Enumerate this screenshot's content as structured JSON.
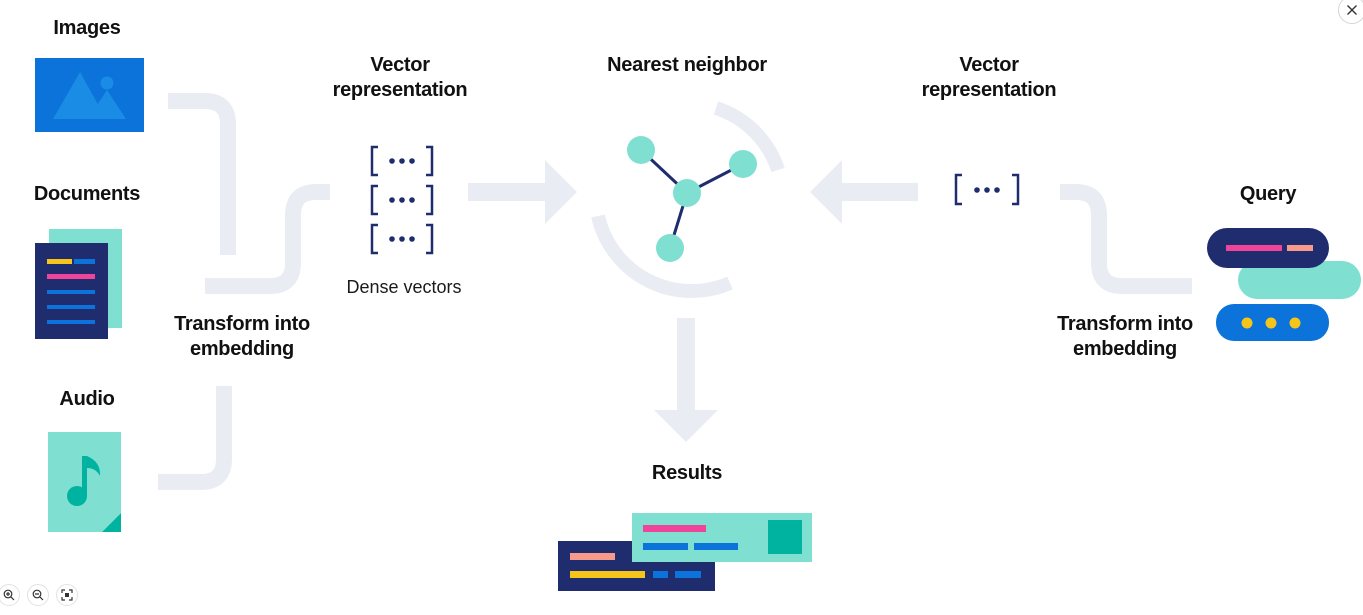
{
  "labels": {
    "images": "Images",
    "documents": "Documents",
    "audio": "Audio",
    "transform_left": [
      "Transform into",
      "embedding"
    ],
    "vector_left": [
      "Vector",
      "representation"
    ],
    "dense_vectors": "Dense vectors",
    "nearest_neighbor": "Nearest neighbor",
    "vector_right": [
      "Vector",
      "representation"
    ],
    "query": "Query",
    "transform_right": [
      "Transform into",
      "embedding"
    ],
    "results": "Results"
  },
  "vector_glyph": "[ ••• ]",
  "colors": {
    "navy": "#1f2d6e",
    "blue": "#0b73d9",
    "teal": "#7fe0d2",
    "teal_dark": "#00b3a1",
    "pink": "#f0439a",
    "salmon": "#f79a8c",
    "yellow": "#f7c41c",
    "flow": "#e9edf3"
  },
  "controls": {
    "close_icon": "close-icon",
    "zoom_in_icon": "zoom-in-icon",
    "zoom_out_icon": "zoom-out-icon",
    "fit_icon": "fit-screen-icon"
  }
}
